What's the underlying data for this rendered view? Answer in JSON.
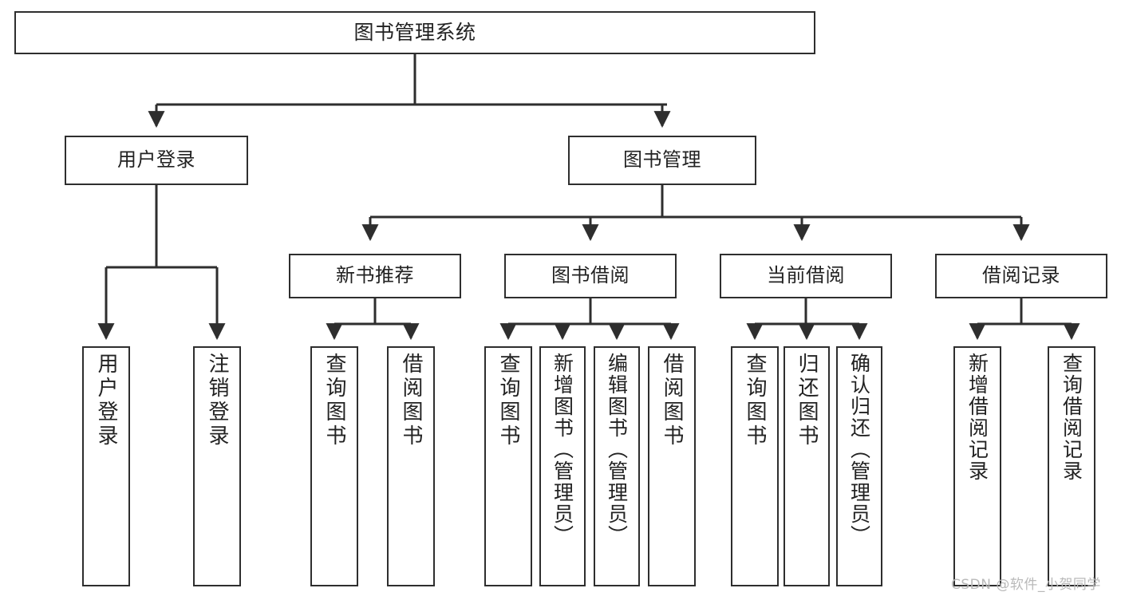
{
  "diagram": {
    "title": "图书管理系统",
    "type": "tree",
    "stroke_color": "#2e2e2e",
    "text_color": "#222222",
    "background_color": "#ffffff",
    "watermark": "CSDN @软件_小贺同学",
    "watermark_color": "#b9b9b9"
  },
  "nodes": {
    "root": {
      "label": "图书管理系统"
    },
    "level2": [
      {
        "label": "用户登录"
      },
      {
        "label": "图书管理"
      }
    ],
    "level3": [
      {
        "label": "新书推荐"
      },
      {
        "label": "图书借阅"
      },
      {
        "label": "当前借阅"
      },
      {
        "label": "借阅记录"
      }
    ],
    "leaves": {
      "user_login": [
        {
          "label": "用户登录"
        },
        {
          "label": "注销登录"
        }
      ],
      "new_book_recommend": [
        {
          "label": "查询图书"
        },
        {
          "label": "借阅图书"
        }
      ],
      "book_borrow": [
        {
          "label": "查询图书"
        },
        {
          "label": "新增图书（管理员）"
        },
        {
          "label": "编辑图书（管理员）"
        },
        {
          "label": "借阅图书"
        }
      ],
      "current_borrow": [
        {
          "label": "查询图书"
        },
        {
          "label": "归还图书"
        },
        {
          "label": "确认归还（管理员）"
        }
      ],
      "borrow_record": [
        {
          "label": "新增借阅记录"
        },
        {
          "label": "查询借阅记录"
        }
      ]
    }
  }
}
